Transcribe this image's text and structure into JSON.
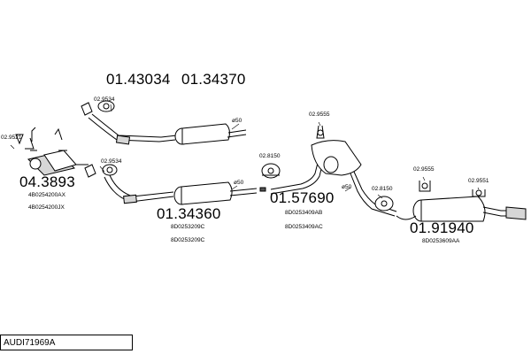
{
  "reference": "AUDI71969A",
  "part_numbers": {
    "front_pipe_top": "01.43034",
    "front_pipe_top_alt": "01.34370",
    "catalyst": "04.3893",
    "front_silencer": "01.34360",
    "middle_silencer": "01.57690",
    "rear_silencer": "01.91940"
  },
  "oem_numbers": {
    "catalyst_1": "4B0254200AX",
    "catalyst_2": "4B0254200JX",
    "front_silencer_1": "8D0253209C",
    "front_silencer_2": "8D0253209C",
    "middle_silencer_1": "8D0253409AB",
    "middle_silencer_2": "8D0253409AC",
    "rear_silencer_1": "8D0253609AA"
  },
  "fitting_numbers": {
    "gasket_a": "02.9521",
    "gasket_b": "02.9534",
    "gasket_c": "02.9534",
    "clamp_a": "02.8150",
    "hanger_a": "02.9555",
    "clamp_b": "02.8150",
    "hanger_b": "02.9555",
    "hanger_c": "02.9551"
  },
  "diameter_labels": {
    "d1": "ø50",
    "d2": "ø50",
    "d3": "ø50"
  }
}
